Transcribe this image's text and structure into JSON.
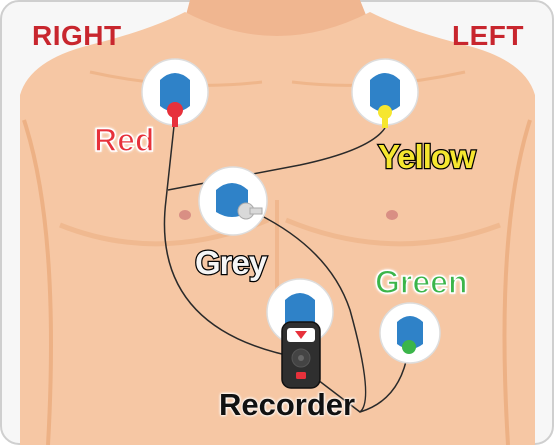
{
  "labels": {
    "right": "RIGHT",
    "left": "LEFT",
    "red": "Red",
    "yellow": "Yellow",
    "grey": "Grey",
    "green": "Green",
    "recorder": "Recorder"
  },
  "colors": {
    "background": "#f7f7f7",
    "border": "#cfcfcf",
    "skin": "#f6c7a4",
    "skin_shadow": "#e9a877",
    "electrode_blue": "#2f82c8",
    "red_lead": "#e7313b",
    "yellow_lead": "#f6e62f",
    "grey_lead": "#d9d9d9",
    "green_lead": "#3bb54a",
    "side_label": "#c8262e"
  },
  "icons": {
    "electrode": "electrode-pad-icon",
    "recorder": "holter-recorder-icon"
  }
}
